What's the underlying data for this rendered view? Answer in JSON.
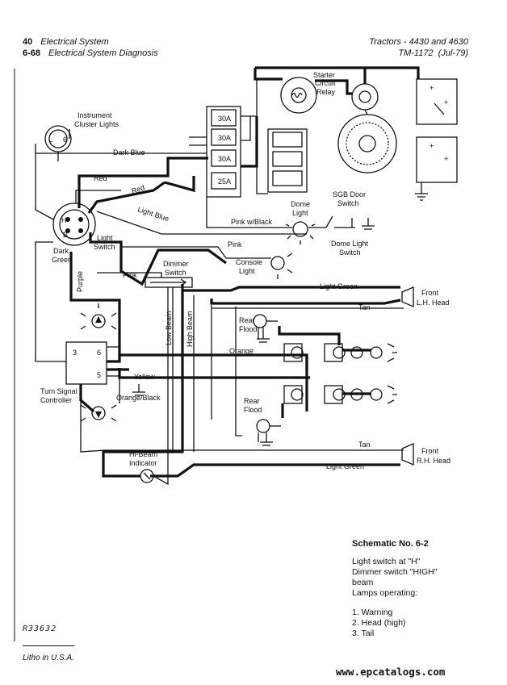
{
  "header": {
    "page_no": "40",
    "section_no": "6-68",
    "section": "Electrical System",
    "subsection": "Electrical System Diagnosis",
    "title": "Tractors - 4430 and 4630",
    "manual": "TM-1172",
    "date": "(Jul-79)"
  },
  "labels": {
    "instrument_cluster": [
      "Instrument",
      "Cluster Lights"
    ],
    "dark_blue": "Dark Blue",
    "red1": "Red",
    "red2": "Red",
    "light_blue": "Light Blue",
    "light_switch": [
      "Light",
      "Switch"
    ],
    "dark_green": [
      "Dark",
      "Green"
    ],
    "purple": "Purple",
    "pink": "Pink",
    "pink2": "Pink",
    "pink_w_black": "Pink w/Black",
    "starter_relay": [
      "Starter",
      "Circuit",
      "Relay"
    ],
    "dome_light": [
      "Dome",
      "Light"
    ],
    "sgb_switch": [
      "SGB Door",
      "Switch"
    ],
    "dome_light_switch": [
      "Dome Light",
      "Switch"
    ],
    "console_light": [
      "Console",
      "Light"
    ],
    "dimmer_switch": [
      "Dimmer",
      "Switch"
    ],
    "light_green": "Light Green",
    "light_green2": "Light Green",
    "tan": "Tan",
    "tan2": "Tan",
    "front_lh": [
      "Front",
      "L.H. Head"
    ],
    "front_rh": [
      "Front",
      "R.H. Head"
    ],
    "rear_flood1": [
      "Rear",
      "Flood"
    ],
    "rear_flood2": [
      "Rear",
      "Flood"
    ],
    "low_beam": "Low Beam",
    "high_beam": "High Beam",
    "orange": "Orange",
    "yellow": "Yellow",
    "orange_black": "Orange/Black",
    "turn_signal": [
      "Turn Signal",
      "Controller"
    ],
    "hibeam_indicator": [
      "Hi-Beam",
      "Indicator"
    ],
    "fuse1": "30A",
    "fuse2": "30A",
    "fuse3": "30A",
    "fuse4": "25A",
    "ign_h": "H",
    "ign_b": "B",
    "ts_6": "6",
    "ts_5": "5",
    "ts_3": "3",
    "cl_l": "L",
    "cl_6": "6"
  },
  "caption": {
    "title": "Schematic No. 6-2",
    "lines": [
      "Light switch at \"H\"",
      "Dimmer switch \"HIGH\"",
      "beam",
      "Lamps operating:"
    ],
    "items": [
      "1.  Warning",
      "2.  Head (high)",
      "3.  Tail"
    ]
  },
  "footer": {
    "ref": "R33632",
    "litho": "Litho in U.S.A.",
    "url": "www.epcatalogs.com"
  }
}
